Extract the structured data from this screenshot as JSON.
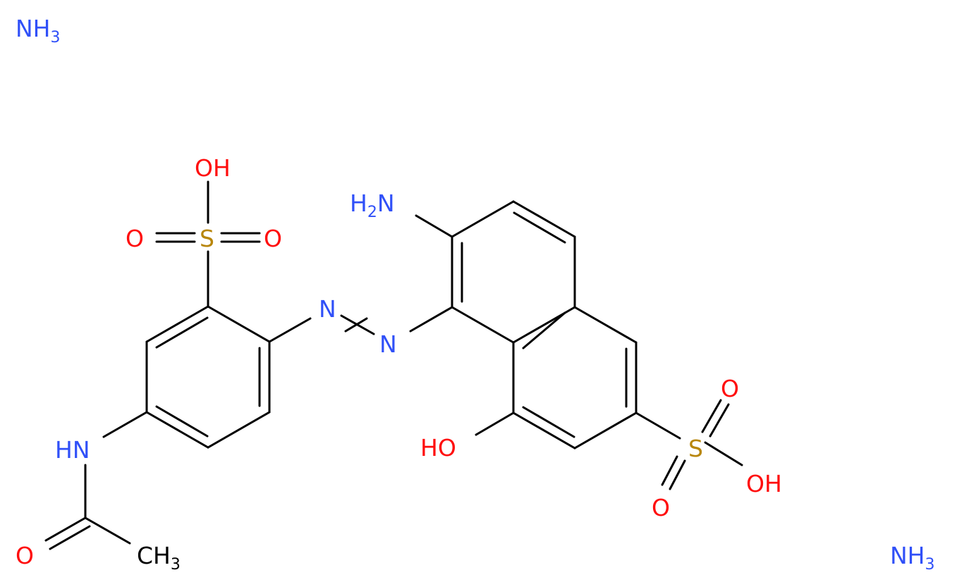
{
  "molecule": {
    "atoms": {
      "nh3_top": {
        "text": "NH",
        "sub": "3",
        "color": "#3050F8"
      },
      "nh3_bottom": {
        "text": "NH",
        "sub": "3",
        "color": "#3050F8"
      },
      "oh_sulfo_left": {
        "text": "OH",
        "color": "#FF0D0D"
      },
      "o_left_1": {
        "text": "O",
        "color": "#FF0D0D"
      },
      "o_left_2": {
        "text": "O",
        "color": "#FF0D0D"
      },
      "s_left": {
        "text": "S",
        "color": "#B8860B"
      },
      "n_azo_1": {
        "text": "N",
        "color": "#3050F8"
      },
      "n_azo_2": {
        "text": "N",
        "color": "#3050F8"
      },
      "h2n": {
        "text": "H",
        "sub": "2",
        "text2": "N",
        "color": "#3050F8"
      },
      "hn": {
        "text": "HN",
        "color": "#3050F8"
      },
      "o_acetyl": {
        "text": "O",
        "color": "#FF0D0D"
      },
      "ch3": {
        "text": "CH",
        "sub": "3",
        "color": "#000000"
      },
      "ho_naph": {
        "text": "HO",
        "color": "#FF0D0D"
      },
      "s_right": {
        "text": "S",
        "color": "#B8860B"
      },
      "o_right_1": {
        "text": "O",
        "color": "#FF0D0D"
      },
      "o_right_2": {
        "text": "O",
        "color": "#FF0D0D"
      },
      "oh_sulfo_right": {
        "text": "OH",
        "color": "#FF0D0D"
      }
    }
  }
}
